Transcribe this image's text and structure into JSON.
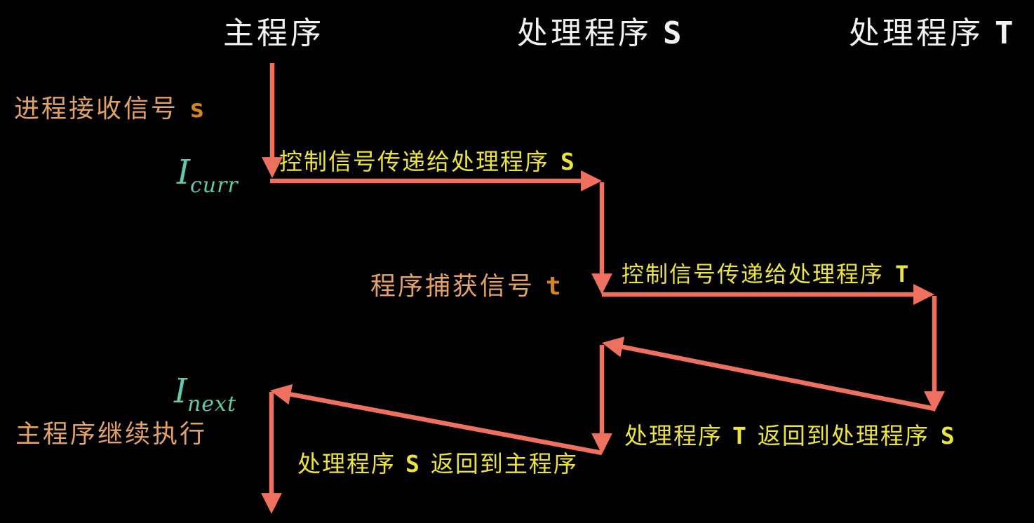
{
  "diagram": {
    "description_type": "signal-handler-control-flow",
    "columns": [
      {
        "label": "主程序"
      },
      {
        "label": "处理程序",
        "letter": "S"
      },
      {
        "label": "处理程序",
        "letter": "T"
      }
    ],
    "labels": {
      "receive_signal": {
        "text": "进程接收信号",
        "letter": "s"
      },
      "i_curr": {
        "base": "I",
        "sub": "curr"
      },
      "transfer_to_s": {
        "text": "控制信号传递给处理程序",
        "letter": "S"
      },
      "catch_signal": {
        "text": "程序捕获信号",
        "letter": "t"
      },
      "transfer_to_t": {
        "text": "控制信号传递给处理程序",
        "letter": "T"
      },
      "t_returns": {
        "p1": "处理程序",
        "l1": "T",
        "p2": "返回到处理程序",
        "l2": "S"
      },
      "s_returns": {
        "p1": "处理程序",
        "l1": "S",
        "p2": "返回到主程序"
      },
      "i_next": {
        "base": "I",
        "sub": "next"
      },
      "main_continues": {
        "text": "主程序继续执行"
      }
    },
    "colors": {
      "background": "#000000",
      "arrow": "#ee7160",
      "header_text": "#f2f2f2",
      "event_text": "#e2a266",
      "transfer_text": "#ece43c",
      "instruction_text": "#5ec9ad"
    }
  }
}
